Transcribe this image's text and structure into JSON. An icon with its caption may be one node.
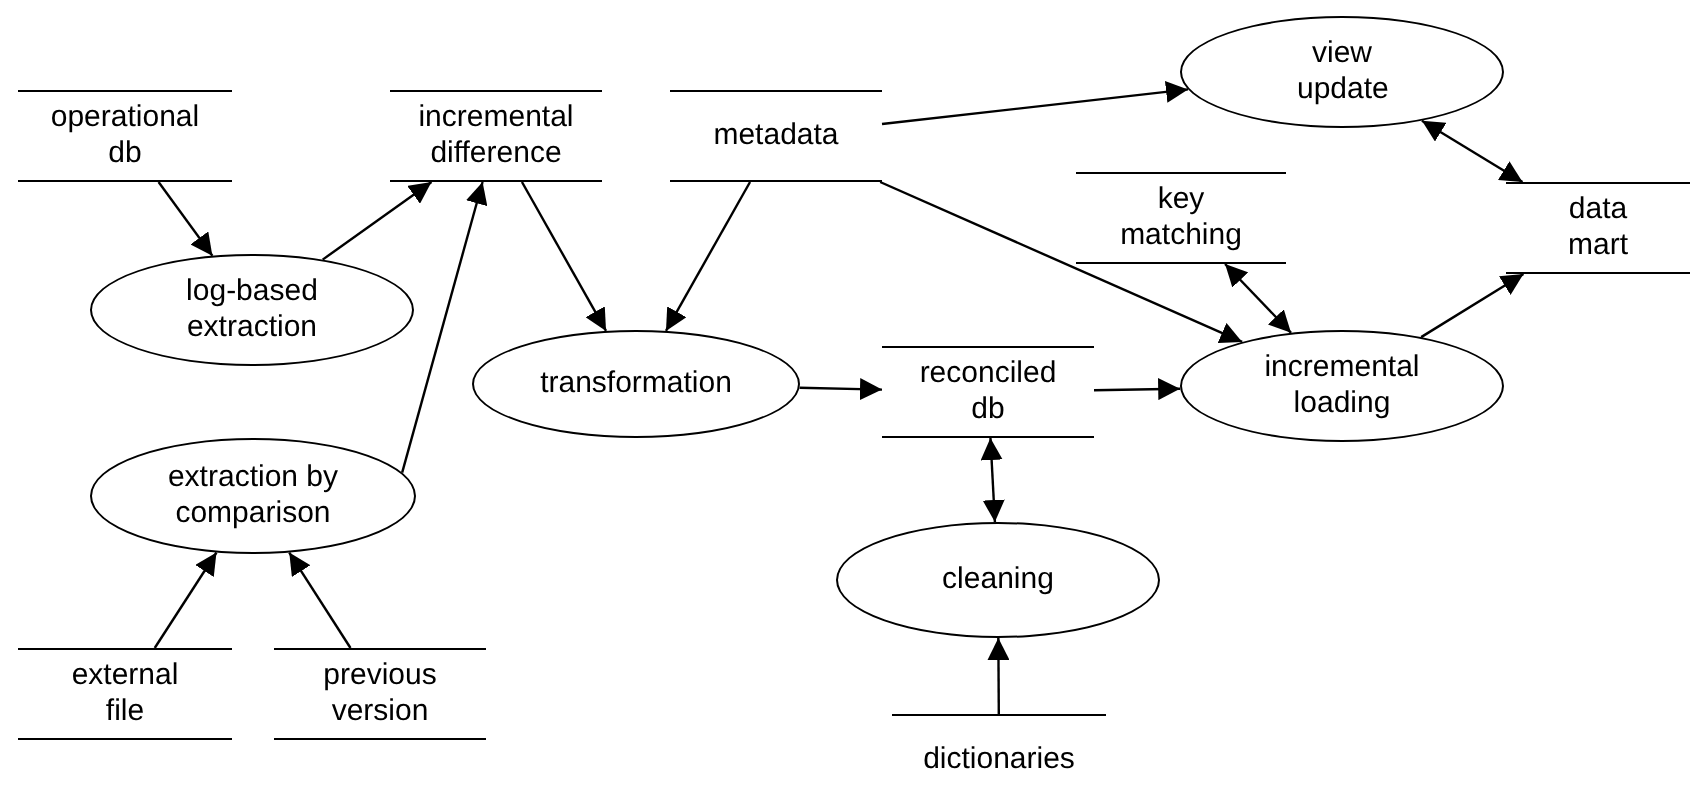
{
  "diagram": {
    "nodes": [
      {
        "text": [
          "operational db"
        ]
      },
      {
        "text": [
          "incremental difference"
        ]
      },
      {
        "text": [
          "metadata"
        ]
      },
      {
        "text": [
          "view update"
        ]
      },
      {
        "text": [
          "key matching"
        ]
      },
      {
        "text": [
          "data mart"
        ]
      },
      {
        "text": [
          "log-based extraction"
        ]
      },
      {
        "text": [
          "transformation"
        ]
      },
      {
        "text": [
          "reconciled db"
        ]
      },
      {
        "text": [
          "incremental loading"
        ]
      },
      {
        "text": [
          "extraction by comparison"
        ]
      },
      {
        "text": [
          "cleaning"
        ]
      },
      {
        "text": [
          "external file"
        ]
      },
      {
        "text": [
          "previous version"
        ]
      },
      {
        "text": [
          "dictionaries"
        ]
      }
    ],
    "edges": [
      {
        "from": 0,
        "to": 6,
        "arrow": "to"
      },
      {
        "from": 6,
        "to": 1,
        "arrow": "to"
      },
      {
        "from": 10,
        "to": 1,
        "arrow": "to"
      },
      {
        "from": 1,
        "to": 7,
        "arrow": "to"
      },
      {
        "from": 2,
        "to": 7,
        "arrow": "to"
      },
      {
        "from": 2,
        "to": 3,
        "arrow": "to"
      },
      {
        "from": 2,
        "to": 9,
        "arrow": "to"
      },
      {
        "from": 7,
        "to": 8,
        "arrow": "to"
      },
      {
        "from": 8,
        "to": 9,
        "arrow": "to"
      },
      {
        "from": 8,
        "to": 11,
        "arrow": "both"
      },
      {
        "from": 14,
        "to": 11,
        "arrow": "to"
      },
      {
        "from": 12,
        "to": 10,
        "arrow": "to"
      },
      {
        "from": 13,
        "to": 10,
        "arrow": "to"
      },
      {
        "from": 4,
        "to": 9,
        "arrow": "both"
      },
      {
        "from": 9,
        "to": 5,
        "arrow": "to"
      },
      {
        "from": 3,
        "to": 5,
        "arrow": "both"
      }
    ]
  }
}
